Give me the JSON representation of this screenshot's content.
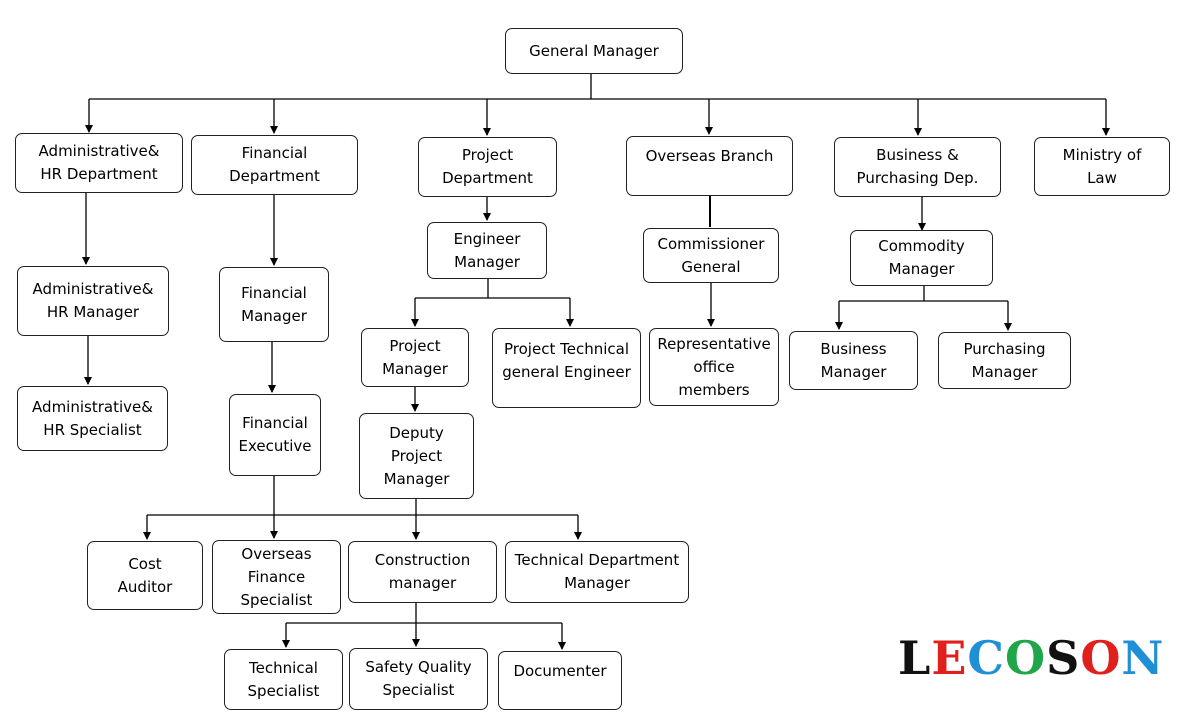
{
  "nodes": {
    "general_manager": "General Manager",
    "admin_hr_dept": "Administrative&\nHR Department",
    "financial_dept": "Financial\nDepartment",
    "project_dept": "Project\nDepartment",
    "overseas_branch": "Overseas Branch",
    "business_purchasing_dep": "Business &\nPurchasing Dep.",
    "ministry_of_law": "Ministry of\nLaw",
    "admin_hr_manager": "Administrative&\nHR Manager",
    "admin_hr_specialist": "Administrative&\nHR Specialist",
    "financial_manager": "Financial\nManager",
    "financial_executive": "Financial\nExecutive",
    "engineer_manager": "Engineer\nManager",
    "project_manager": "Project\nManager",
    "project_technical_engineer": "Project Technical\ngeneral Engineer",
    "deputy_project_manager": "Deputy\nProject\nManager",
    "commissioner_general": "Commissioner\nGeneral",
    "representative_office": "Representative\noffice\nmembers",
    "commodity_manager": "Commodity\nManager",
    "business_manager": "Business\nManager",
    "purchasing_manager": "Purchasing\nManager",
    "cost_auditor": "Cost\nAuditor",
    "overseas_finance_specialist": "Overseas\nFinance\nSpecialist",
    "construction_manager": "Construction\nmanager",
    "technical_department_manager": "Technical Department\nManager",
    "technical_specialist": "Technical\nSpecialist",
    "safety_quality_specialist": "Safety Quality\nSpecialist",
    "documenter": "Documenter"
  },
  "logo": {
    "letters": [
      "L",
      "E",
      "C",
      "O",
      "S",
      "O",
      "N"
    ],
    "colors": [
      "#111111",
      "#e0201c",
      "#1f8fd6",
      "#1fa64a",
      "#111111",
      "#e0201c",
      "#1f8fd6"
    ]
  }
}
